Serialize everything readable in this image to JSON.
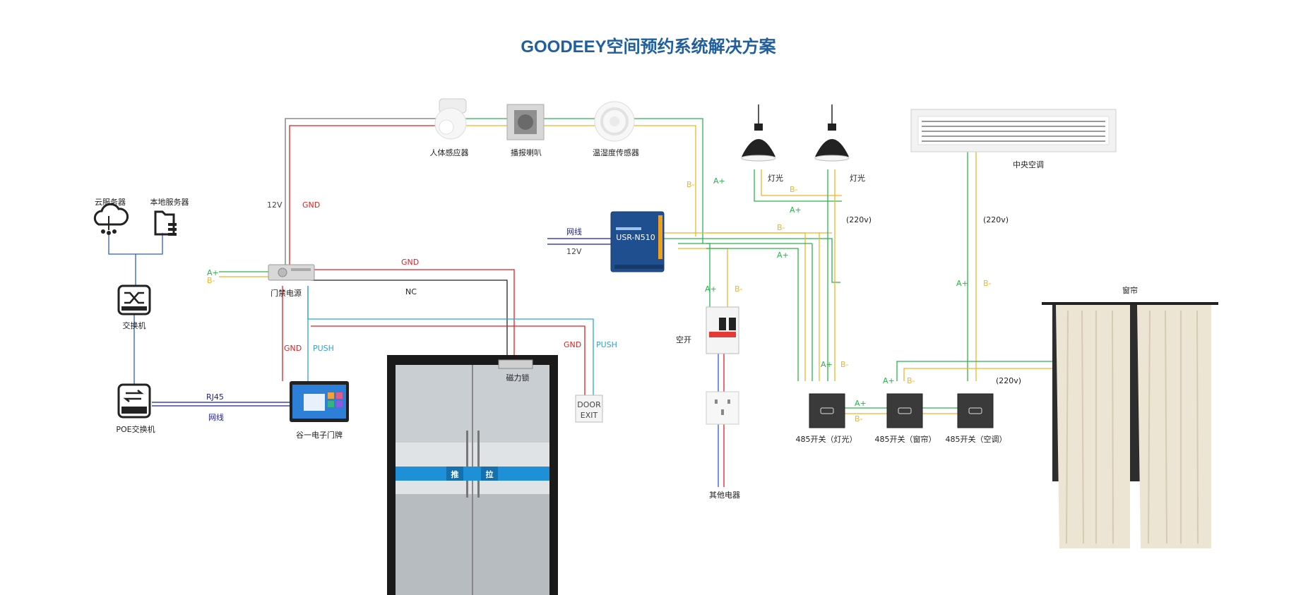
{
  "title": "GOODEEY空间预约系统解决方案",
  "colors": {
    "title": "#1f5fa0",
    "red": "#e02020",
    "green": "#2bb34a",
    "yellow": "#f0b429",
    "blue": "#2a5bd7",
    "navy": "#1a1aa0",
    "sky": "#2aa3e0",
    "black": "#222222",
    "gray": "#9a9a9a"
  },
  "devices": {
    "cloud_server": "云服务器",
    "local_server": "本地服务器",
    "switch": "交换机",
    "poe_switch": "POE交换机",
    "door_power": "门禁电源",
    "door_panel": "谷一电子门牌",
    "maglock": "磁力锁",
    "human_sensor": "人体感应器",
    "speaker": "播报喇叭",
    "temp_sensor": "温湿度传感器",
    "light1": "灯光",
    "light2": "灯光",
    "central_ac": "中央空调",
    "breaker": "空开",
    "other_appliance": "其他电器",
    "curtain": "窗帘",
    "sw_light": "485开关（灯光）",
    "sw_curtain": "485开关（窗帘）",
    "sw_ac": "485开关（空调）",
    "rs485": "USR-N510",
    "exit_button_top": "DOOR",
    "exit_button_bottom": "EXIT"
  },
  "door_text": {
    "push": "推",
    "pull": "拉"
  },
  "wire_labels": {
    "v12_left": "12V",
    "gnd_top": "GND",
    "ap_left": "A+",
    "bm_left": "B-",
    "gnd_mid": "GND",
    "nc": "NC",
    "gnd_low": "GND",
    "push_low": "PUSH",
    "gnd_exit": "GND",
    "push_exit": "PUSH",
    "rj45": "RJ45",
    "netline_poe": "网线",
    "netline_485": "网线",
    "v12_485": "12V",
    "bm_sensor": "B-",
    "ap_sensor": "A+",
    "bm_light": "B-",
    "ap_light": "A+",
    "bm_485": "B-",
    "ap_485": "A+",
    "v220_light": "(220v)",
    "v220_ac": "(220v)",
    "ap_breaker": "A+",
    "bm_breaker": "B-",
    "ap_ac": "A+",
    "bm_ac": "B-",
    "ap_sw1": "A+",
    "bm_sw1": "B-",
    "ap_sw2": "A+",
    "bm_sw2": "B-",
    "ap_sw3": "A+",
    "bm_sw3": "B-",
    "v220_curtain": "(220v)"
  }
}
